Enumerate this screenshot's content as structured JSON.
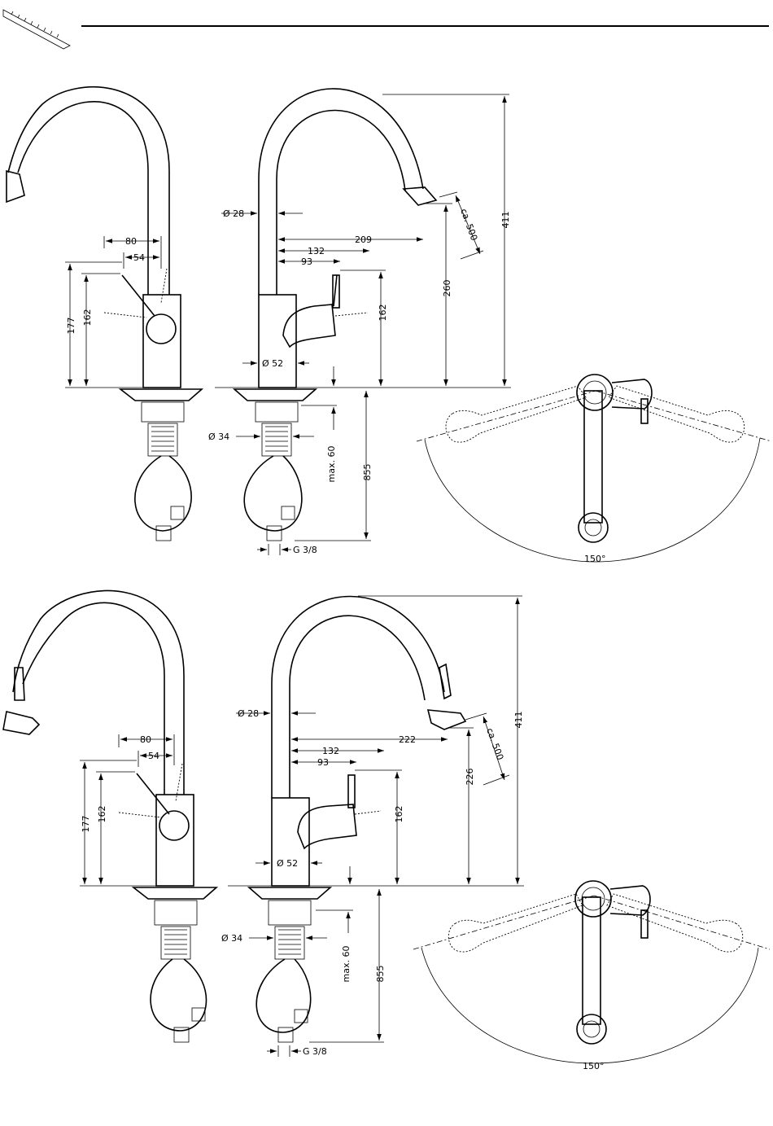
{
  "icon": "ruler-icon",
  "top_view": {
    "left_dims": {
      "d80": "80",
      "d54": "54",
      "d177": "177",
      "d162": "162"
    },
    "right_dims": {
      "d28": "Ø 28",
      "d209": "209",
      "d132": "132",
      "d93": "93",
      "d162": "162",
      "d260": "260",
      "d411": "411",
      "dca500": "ca. 500",
      "d52": "Ø 52"
    },
    "under_dims": {
      "d34": "Ø 34",
      "dmax60": "max. 60",
      "d855": "855",
      "dG38": "G 3/8"
    },
    "angle": "150°"
  },
  "bottom_view": {
    "left_dims": {
      "d80": "80",
      "d54": "54",
      "d177": "177",
      "d162": "162"
    },
    "right_dims": {
      "d28": "Ø 28",
      "d222": "222",
      "d132": "132",
      "d93": "93",
      "d162": "162",
      "d226": "226",
      "d411": "411",
      "dca500": "ca. 500",
      "d52": "Ø 52"
    },
    "under_dims": {
      "d34": "Ø 34",
      "dmax60": "max. 60",
      "d855": "855",
      "dG38": "G 3/8"
    },
    "angle": "150°"
  }
}
